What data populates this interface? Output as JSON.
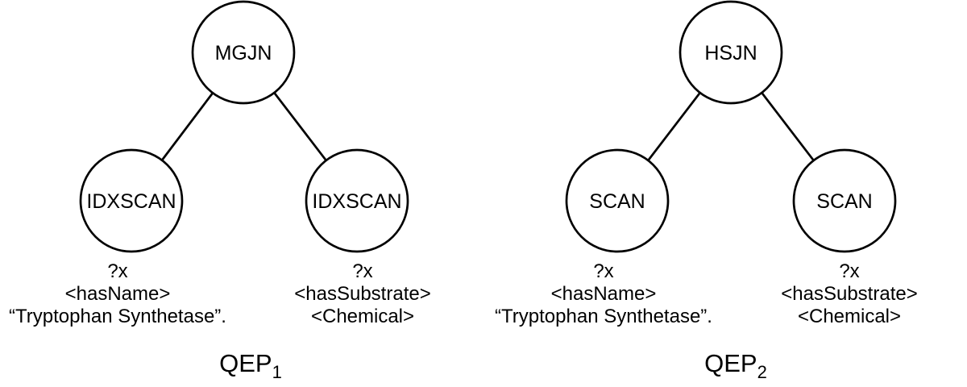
{
  "figure": {
    "background": "#ffffff",
    "stroke_color": "#000000",
    "text_color": "#000000",
    "trees": [
      {
        "caption": "QEP",
        "caption_subscript": "1",
        "root": "MGJN",
        "left_leaf": {
          "operator": "IDXSCAN",
          "pattern": [
            "?x",
            "<hasName>",
            "“Tryptophan Synthetase”."
          ]
        },
        "right_leaf": {
          "operator": "IDXSCAN",
          "pattern": [
            "?x",
            "<hasSubstrate>",
            "<Chemical>"
          ]
        }
      },
      {
        "caption": "QEP",
        "caption_subscript": "2",
        "root": "HSJN",
        "left_leaf": {
          "operator": "SCAN",
          "pattern": [
            "?x",
            "<hasName>",
            "“Tryptophan Synthetase”."
          ]
        },
        "right_leaf": {
          "operator": "SCAN",
          "pattern": [
            "?x",
            "<hasSubstrate>",
            "<Chemical>"
          ]
        }
      }
    ]
  }
}
